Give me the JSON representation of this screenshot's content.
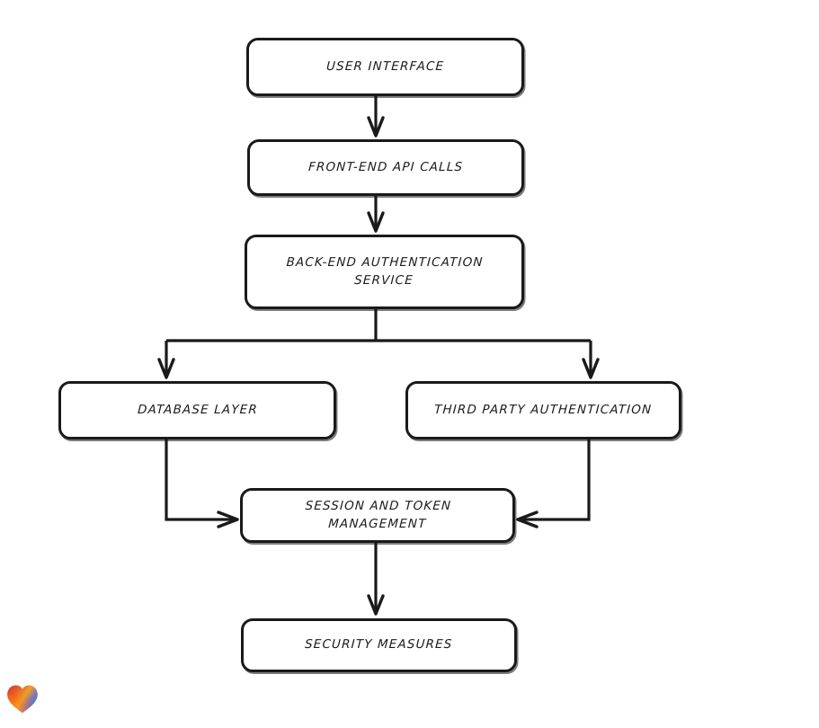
{
  "diagram": {
    "type": "flowchart",
    "style": "hand-drawn",
    "background_color": "#ffffff",
    "stroke_color": "#1a1a1a",
    "text_color": "#1b1b1b",
    "nodes": [
      {
        "id": "user-interface",
        "label": "USER INTERFACE"
      },
      {
        "id": "frontend-api",
        "label": "FRONT-END API CALLS"
      },
      {
        "id": "backend-auth",
        "label": "BACK-END AUTHENTICATION\nSERVICE"
      },
      {
        "id": "database-layer",
        "label": "DATABASE LAYER"
      },
      {
        "id": "third-party-auth",
        "label": "THIRD PARTY AUTHENTICATION"
      },
      {
        "id": "session-token",
        "label": "SESSION AND TOKEN\nMANAGEMENT"
      },
      {
        "id": "security",
        "label": "SECURITY MEASURES"
      }
    ],
    "edges": [
      {
        "from": "user-interface",
        "to": "frontend-api",
        "shape": "straight-down",
        "arrow": "down"
      },
      {
        "from": "frontend-api",
        "to": "backend-auth",
        "shape": "straight-down",
        "arrow": "down"
      },
      {
        "from": "backend-auth",
        "to": "database-layer",
        "shape": "split-left",
        "arrow": "down"
      },
      {
        "from": "backend-auth",
        "to": "third-party-auth",
        "shape": "split-right",
        "arrow": "down"
      },
      {
        "from": "database-layer",
        "to": "session-token",
        "shape": "elbow-right",
        "arrow": "right"
      },
      {
        "from": "third-party-auth",
        "to": "session-token",
        "shape": "elbow-left",
        "arrow": "left"
      },
      {
        "from": "session-token",
        "to": "security",
        "shape": "straight-down",
        "arrow": "down"
      }
    ]
  },
  "watermark": {
    "icon": "heart-icon",
    "gradient_colors": [
      "#e8262a",
      "#f59221",
      "#f9a31b",
      "#2f7fd4",
      "#1fb6c9"
    ]
  }
}
